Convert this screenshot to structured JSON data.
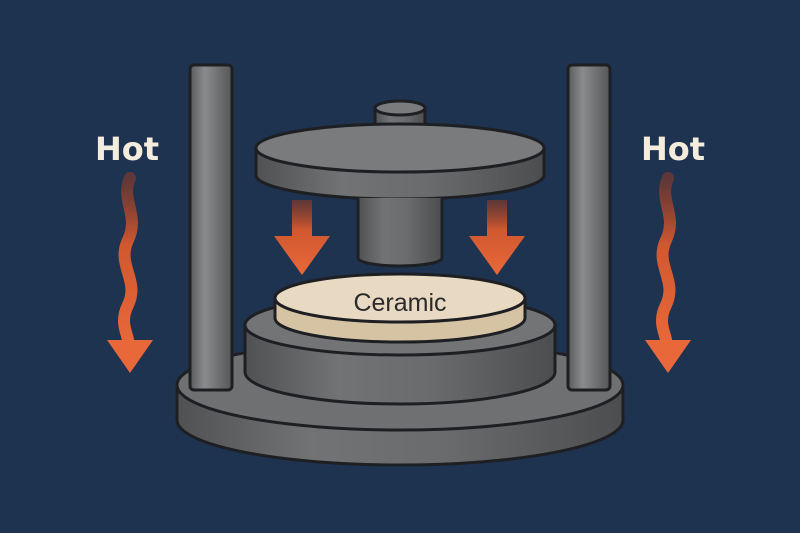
{
  "labels": {
    "hot_left": "Hot",
    "hot_right": "Hot",
    "sample": "Ceramic"
  },
  "colors": {
    "background": "#1e3350",
    "steel": "#6d6e70",
    "steel_top": "#7d7e80",
    "ceramic": "#e6d8c0",
    "ceramic_side": "#d9c7a8",
    "heat": "#e0643a",
    "text": "#f4ecdc"
  },
  "icons": [
    "wavy-heat-arrow-icon",
    "press-arrow-icon"
  ]
}
